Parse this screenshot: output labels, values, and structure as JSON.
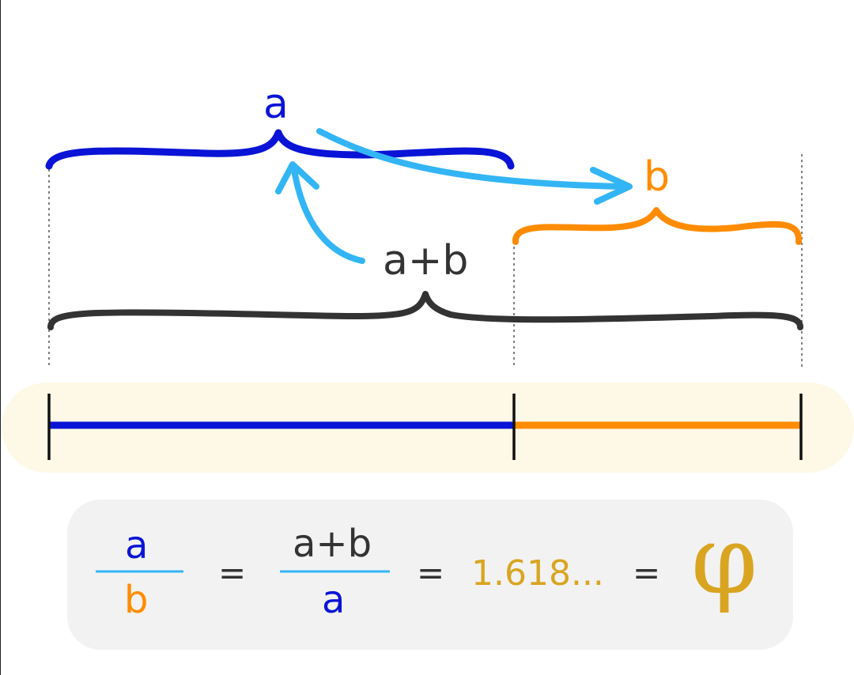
{
  "colors": {
    "a": "#0a14d6",
    "b": "#ff8c00",
    "whole": "#333333",
    "arrow": "#33b5f5",
    "phi": "#d9a520",
    "fraction_bar": "#33b5f5",
    "band": "#fdf9e6",
    "formula_box": "#f2f2f2"
  },
  "labels": {
    "a": "a",
    "b": "b",
    "a_plus_b": "a+b"
  },
  "formula": {
    "frac1_num": "a",
    "frac1_den": "b",
    "eq1": "=",
    "frac2_num": "a+b",
    "frac2_den": "a",
    "eq2": "=",
    "value": "1.618...",
    "eq3": "=",
    "phi": "φ"
  }
}
